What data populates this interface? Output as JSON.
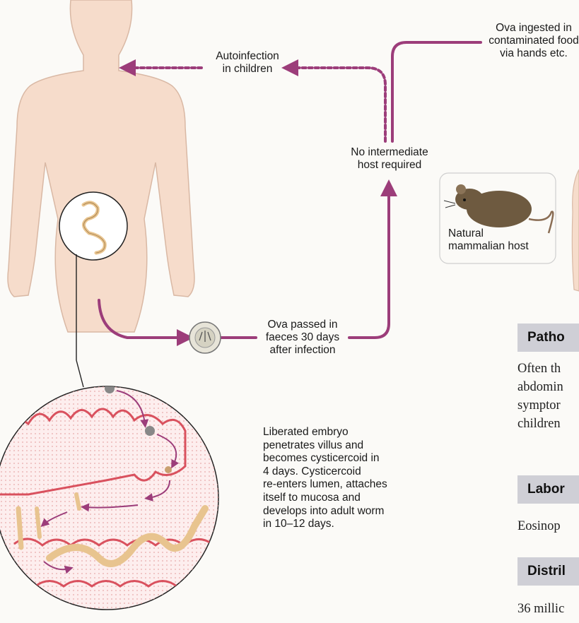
{
  "labels": {
    "autoinfection": "Autoinfection\nin children",
    "ova_ingested": "Ova ingested in\ncontaminated food\nvia hands etc.",
    "no_intermediate": "No intermediate\nhost required",
    "natural_host": "Natural\nmammalian host",
    "ova_passed": "Ova passed in\nfaeces 30 days\nafter infection",
    "lifecycle_text": "Liberated embryo\npenetrates villus and\nbecomes cysticercoid in\n4 days. Cysticercoid\nre-enters lumen, attaches\nitself to mucosa and\ndevelops into adult worm\nin 10–12 days."
  },
  "side_panel": {
    "pathogenesis": {
      "header": "Patho",
      "text": "Often th\nabdomin\nsymptor\nchildren"
    },
    "laboratory": {
      "header": "Labor",
      "text": "Eosinop"
    },
    "distribution": {
      "header": "Distril",
      "text": "36 millic"
    }
  },
  "colors": {
    "arrow": "#9c3d7a",
    "skin": "#f6dccb",
    "skin_outline": "#d9b8a4",
    "intestine": "#d9515e",
    "worm": "#e8c48f",
    "panel_header": "#cfcfd6"
  },
  "icons": {
    "human": "human-figure",
    "mouse": "mouse-icon",
    "ovum": "ovum-icon",
    "worm": "worm-icon",
    "intestine": "intestine-cross-section"
  }
}
